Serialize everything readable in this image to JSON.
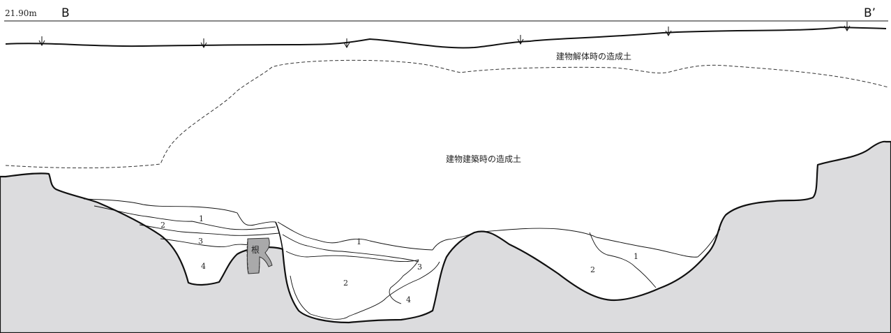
{
  "header": {
    "elevation": "21.90m",
    "section_start": "B",
    "section_end": "B’"
  },
  "labels": {
    "demolition_fill": "建物解体時の造成土",
    "construction_fill": "建物建築時の造成土",
    "root": "根"
  },
  "layers": {
    "left_pit": [
      "1",
      "2",
      "3",
      "4"
    ],
    "center_pit": [
      "1",
      "2",
      "3",
      "4"
    ],
    "right_pit": [
      "1",
      "2"
    ]
  },
  "colors": {
    "subsoil": "#dcdcde",
    "root": "#a9a9aa",
    "line": "#111111"
  }
}
